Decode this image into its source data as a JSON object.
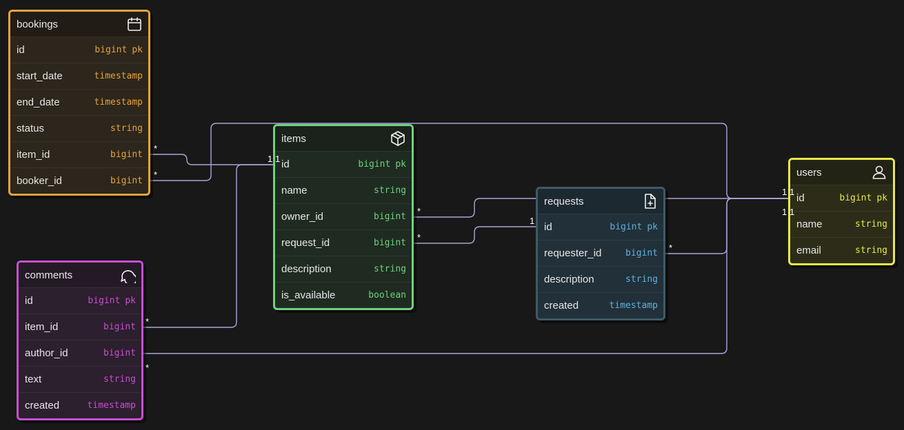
{
  "tables": [
    {
      "key": "bookings",
      "title": "bookings",
      "icon": "calendar-icon",
      "color": "#e8a33c",
      "columns": [
        {
          "name": "id",
          "type": "bigint",
          "pk": "pk"
        },
        {
          "name": "start_date",
          "type": "timestamp"
        },
        {
          "name": "end_date",
          "type": "timestamp"
        },
        {
          "name": "status",
          "type": "string"
        },
        {
          "name": "item_id",
          "type": "bigint"
        },
        {
          "name": "booker_id",
          "type": "bigint"
        }
      ]
    },
    {
      "key": "items",
      "title": "items",
      "icon": "cube-icon",
      "color": "#6fd27d",
      "columns": [
        {
          "name": "id",
          "type": "bigint",
          "pk": "pk"
        },
        {
          "name": "name",
          "type": "string"
        },
        {
          "name": "owner_id",
          "type": "bigint"
        },
        {
          "name": "request_id",
          "type": "bigint"
        },
        {
          "name": "description",
          "type": "string"
        },
        {
          "name": "is_available",
          "type": "boolean"
        }
      ]
    },
    {
      "key": "requests",
      "title": "requests",
      "icon": "file-plus-icon",
      "color": "#5fb2d8",
      "columns": [
        {
          "name": "id",
          "type": "bigint",
          "pk": "pk"
        },
        {
          "name": "requester_id",
          "type": "bigint"
        },
        {
          "name": "description",
          "type": "string"
        },
        {
          "name": "created",
          "type": "timestamp"
        }
      ]
    },
    {
      "key": "users",
      "title": "users",
      "icon": "user-icon",
      "color": "#e8e84a",
      "columns": [
        {
          "name": "id",
          "type": "bigint",
          "pk": "pk"
        },
        {
          "name": "name",
          "type": "string"
        },
        {
          "name": "email",
          "type": "string"
        }
      ]
    },
    {
      "key": "comments",
      "title": "comments",
      "icon": "speech-bubble-icon",
      "color": "#c74fd1",
      "columns": [
        {
          "name": "id",
          "type": "bigint",
          "pk": "pk"
        },
        {
          "name": "item_id",
          "type": "bigint"
        },
        {
          "name": "author_id",
          "type": "bigint"
        },
        {
          "name": "text",
          "type": "string"
        },
        {
          "name": "created",
          "type": "timestamp"
        }
      ]
    }
  ],
  "relationships": [
    {
      "from": "bookings.item_id",
      "to": "items.id",
      "from_card": "*",
      "to_card": "1"
    },
    {
      "from": "bookings.booker_id",
      "to": "users.id",
      "from_card": "*",
      "to_card": "1"
    },
    {
      "from": "comments.item_id",
      "to": "items.id",
      "from_card": "*",
      "to_card": "1"
    },
    {
      "from": "comments.author_id",
      "to": "users.id",
      "from_card": "*",
      "to_card": "1"
    },
    {
      "from": "items.owner_id",
      "to": "users.id",
      "from_card": "*",
      "to_card": "1"
    },
    {
      "from": "items.request_id",
      "to": "requests.id",
      "from_card": "*",
      "to_card": "1"
    },
    {
      "from": "requests.requester_id",
      "to": "users.id",
      "from_card": "*",
      "to_card": "1"
    }
  ],
  "link_color": "#a9a6d8"
}
